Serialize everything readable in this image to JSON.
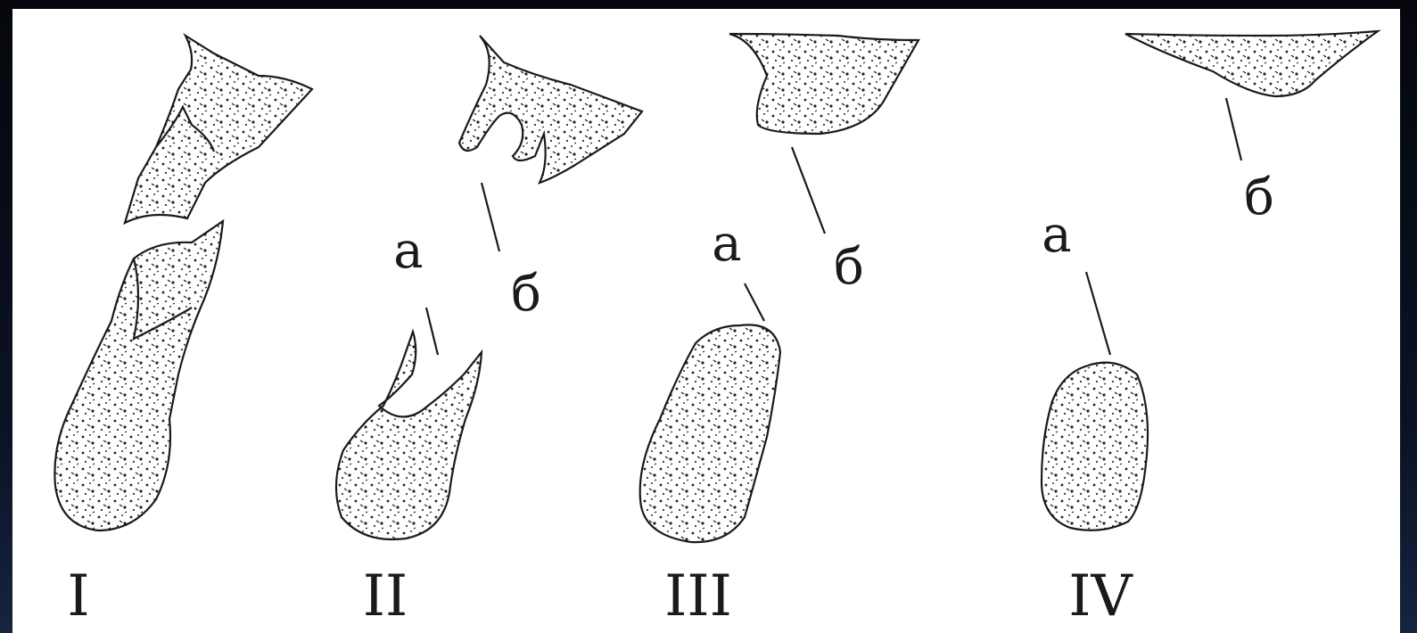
{
  "stages": [
    {
      "numeral": "I"
    },
    {
      "numeral": "II",
      "label_a": "а",
      "label_b": "б"
    },
    {
      "numeral": "III",
      "label_a": "а",
      "label_b": "б"
    },
    {
      "numeral": "IV",
      "label_a": "а",
      "label_b": "б"
    }
  ],
  "colors": {
    "background": "#ffffff",
    "ink": "#1a1a1a",
    "frame": "#0b1020"
  }
}
